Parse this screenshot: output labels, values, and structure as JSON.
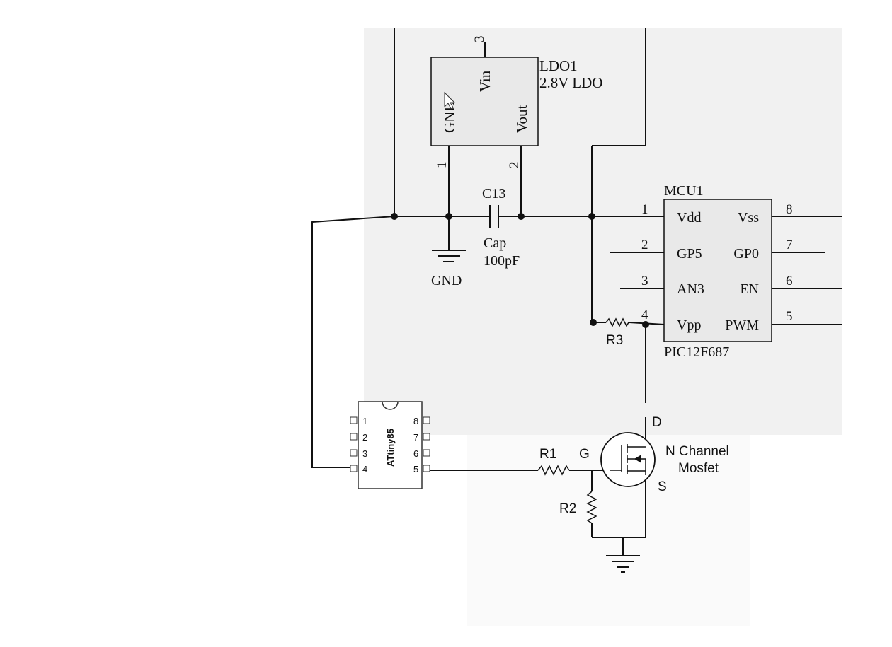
{
  "colors": {
    "background": "#ffffff",
    "schematic_panel": "#f1f1f1",
    "ic_fill": "#e9e9e9",
    "wire": "#111111"
  },
  "ldo": {
    "ref": "LDO1",
    "value": "2.8V LDO",
    "pin_vin": "Vin",
    "pin_gnd": "GND",
    "pin_vout": "Vout",
    "pin_num_vin": "3",
    "pin_num_gnd": "1",
    "pin_num_vout": "2"
  },
  "cap": {
    "ref": "C13",
    "type": "Cap",
    "value": "100pF"
  },
  "gnd_label": "GND",
  "mcu": {
    "ref": "MCU1",
    "part": "PIC12F687",
    "pins_left": [
      {
        "num": "1",
        "name": "Vdd"
      },
      {
        "num": "2",
        "name": "GP5"
      },
      {
        "num": "3",
        "name": "AN3"
      },
      {
        "num": "4",
        "name": "Vpp"
      }
    ],
    "pins_right": [
      {
        "num": "8",
        "name": "Vss"
      },
      {
        "num": "7",
        "name": "GP0"
      },
      {
        "num": "6",
        "name": "EN"
      },
      {
        "num": "5",
        "name": "PWM"
      }
    ]
  },
  "r3": "R3",
  "r1": "R1",
  "r2": "R2",
  "attiny": {
    "name": "ATtiny85",
    "pins_left": [
      "1",
      "2",
      "3",
      "4"
    ],
    "pins_right": [
      "8",
      "7",
      "6",
      "5"
    ]
  },
  "mosfet": {
    "drain": "D",
    "gate": "G",
    "source": "S",
    "label_line1": "N Channel",
    "label_line2": "Mosfet"
  },
  "cursor_icon": "arrow-cursor-icon"
}
